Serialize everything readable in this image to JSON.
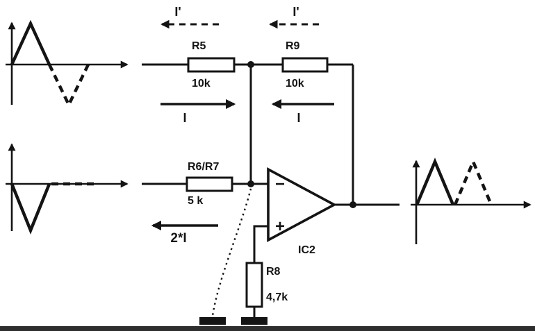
{
  "components": {
    "r5": {
      "label": "R5",
      "value": "10k"
    },
    "r9": {
      "label": "R9",
      "value": "10k"
    },
    "r6r7": {
      "label": "R6/R7",
      "value": "5 k"
    },
    "r8": {
      "label": "R8",
      "value": "4,7k"
    },
    "ic2": {
      "label": "IC2",
      "inverting_input": "−",
      "noninverting_input": "+"
    }
  },
  "currents": {
    "iprime_left": "I'",
    "iprime_right": "I'",
    "i_left": "I",
    "i_right": "I",
    "two_i": "2*I"
  }
}
